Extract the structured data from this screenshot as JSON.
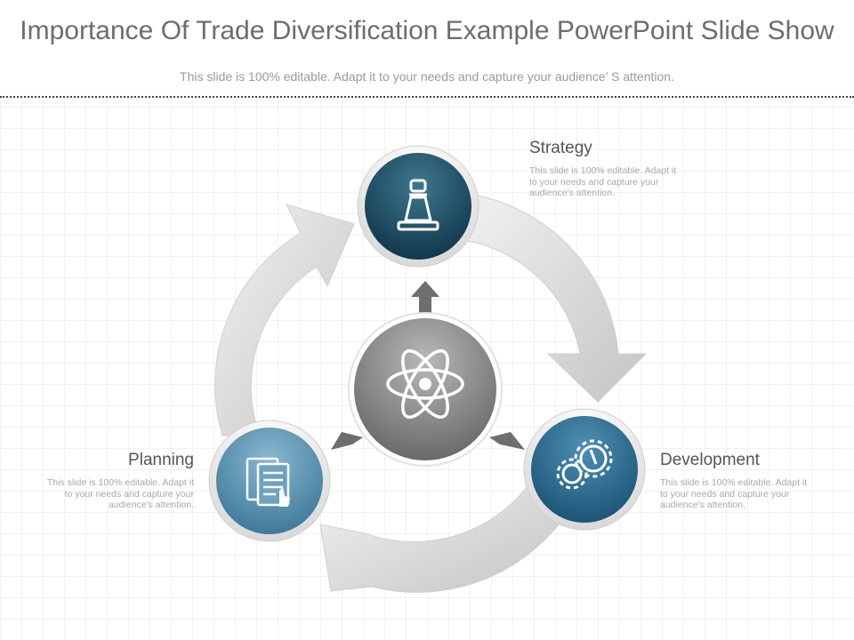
{
  "title": "Importance Of Trade Diversification Example PowerPoint Slide Show",
  "subtitle": "This slide is 100% editable. Adapt it to your needs and capture your audience’ S attention.",
  "steps": [
    {
      "heading": "Strategy",
      "body_lines": [
        "This slide is 100% editable. Adapt it",
        "to your needs and capture your",
        "audience's attention."
      ],
      "icon": "chess-pawn-icon"
    },
    {
      "heading": "Development",
      "body_lines": [
        "This slide is 100% editable. Adapt it",
        "to your needs and capture your",
        "audience's attention."
      ],
      "icon": "gears-icon"
    },
    {
      "heading": "Planning",
      "body_lines": [
        "This slide is 100% editable. Adapt it",
        "to your needs and capture your",
        "audience's attention."
      ],
      "icon": "document-list-icon"
    }
  ],
  "center_icon": "atom-icon",
  "colors": {
    "strategy_circle": "#1d4c63",
    "development_circle": "#2a6a8e",
    "planning_circle": "#5a93b2",
    "center_circle": "#7d7d7d",
    "arrow_gray": "#d4d4d4"
  }
}
